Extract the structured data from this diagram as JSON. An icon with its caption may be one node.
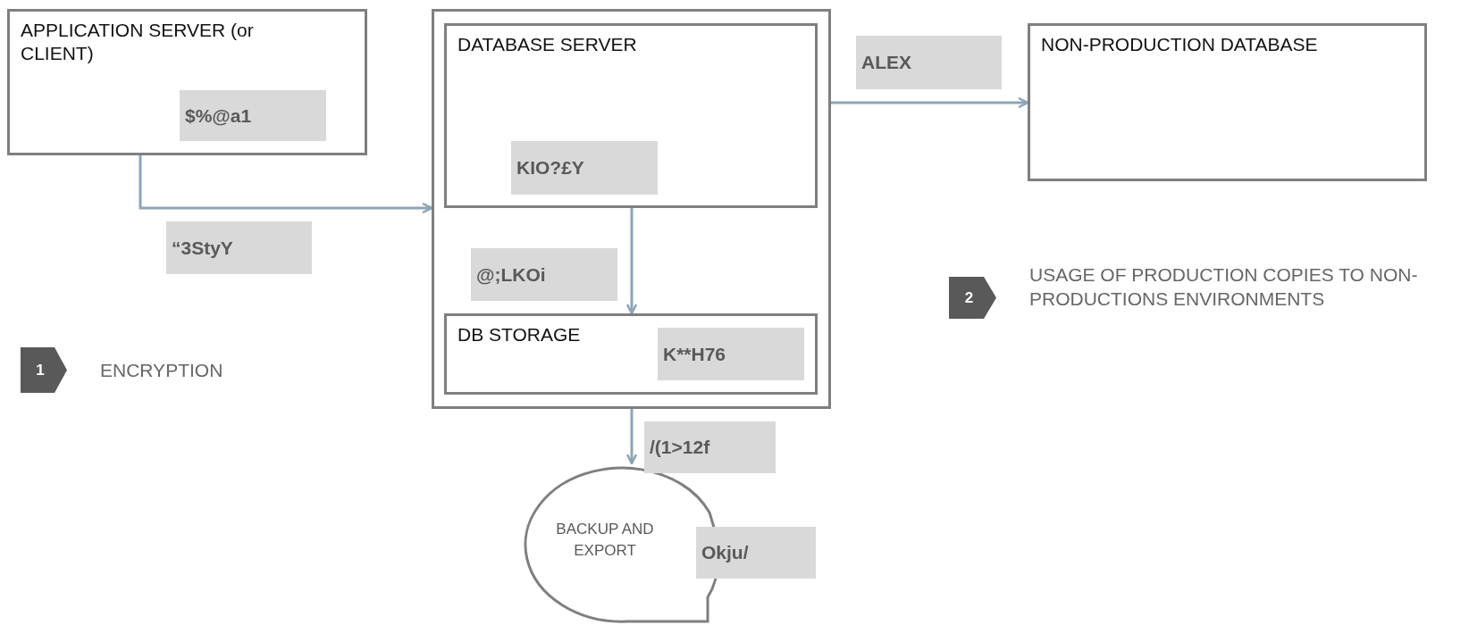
{
  "diagram": {
    "nodes": [
      {
        "text": [
          "APPLICATION SERVER (or CLIENT)"
        ]
      },
      {
        "text": [
          "$%@a1"
        ],
        "in": 0
      },
      {
        "text": [],
        "shape": "box"
      },
      {
        "text": [
          "DATABASE SERVER"
        ],
        "in": 2
      },
      {
        "text": [
          "KIO?£Y"
        ],
        "in": 3
      },
      {
        "text": [
          "DB STORAGE"
        ],
        "in": 2
      },
      {
        "text": [
          "K**H76"
        ],
        "in": 5
      },
      {
        "text": [
          "NON-PRODUCTION DATABASE"
        ]
      },
      {
        "text": [
          "BACKUP AND EXPORT"
        ]
      },
      {
        "text": [
          "Okju/"
        ]
      },
      {
        "text": [
          "1"
        ],
        "beside": [
          "ENCRYPTION"
        ]
      },
      {
        "text": [
          "2"
        ],
        "beside": [
          "USAGE OF PRODUCTION COPIES TO NON-PRODUCTIONS ENVIRONMENTS"
        ]
      },
      {
        "text": [
          "“3StyY"
        ]
      },
      {
        "text": [
          "@;LKOi"
        ],
        "in": 2
      },
      {
        "text": [
          "ALEX"
        ]
      },
      {
        "text": [
          "/(1>12f"
        ]
      }
    ],
    "edges": [
      {
        "from": 0,
        "to": 2,
        "arrow": "to"
      },
      {
        "from": 3,
        "to": 5,
        "arrow": "to"
      },
      {
        "from": 2,
        "to": 7,
        "arrow": "to"
      },
      {
        "from": 2,
        "to": 8,
        "arrow": "to"
      }
    ]
  }
}
